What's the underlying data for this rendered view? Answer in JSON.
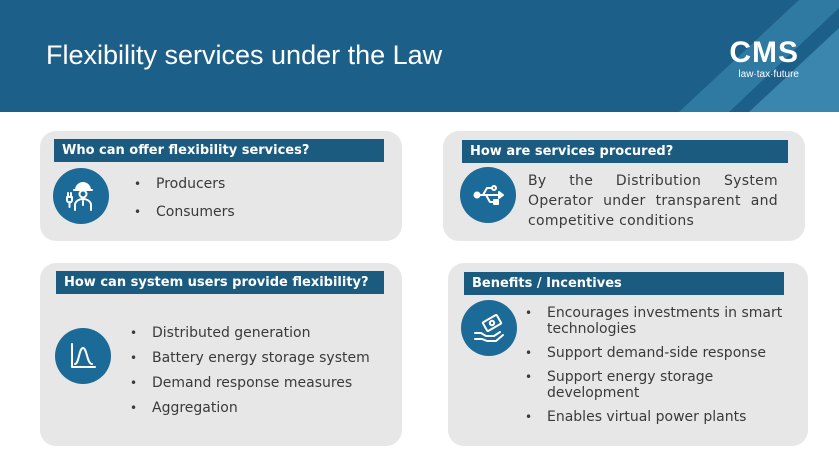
{
  "header": {
    "title": "Flexibility services under the Law",
    "logo_mark": "CMS",
    "logo_tagline": "law·tax·future"
  },
  "cards": {
    "who": {
      "heading": "Who can offer flexibility services?",
      "items": [
        "Producers",
        "Consumers"
      ]
    },
    "procured": {
      "heading": "How are services procured?",
      "text": "By the Distribution System Operator under transparent and competitive conditions"
    },
    "how": {
      "heading": "How can system users provide flexibility?",
      "items": [
        "Distributed generation",
        "Battery energy storage system",
        "Demand response measures",
        "Aggregation"
      ]
    },
    "benefits": {
      "heading": "Benefits / Incentives",
      "items": [
        "Encourages investments in smart technologies",
        "Support demand-side response",
        "Support energy storage development",
        "Enables virtual power plants"
      ]
    }
  },
  "icons": {
    "who": "worker-plug-icon",
    "procured": "usb-network-icon",
    "how": "energy-curve-icon",
    "benefits": "hand-money-icon"
  },
  "colors": {
    "header_bg": "#1c6089",
    "card_bg": "#e7e7e8",
    "heading_bg": "#1c5b80",
    "icon_bg": "#1c6a98"
  }
}
